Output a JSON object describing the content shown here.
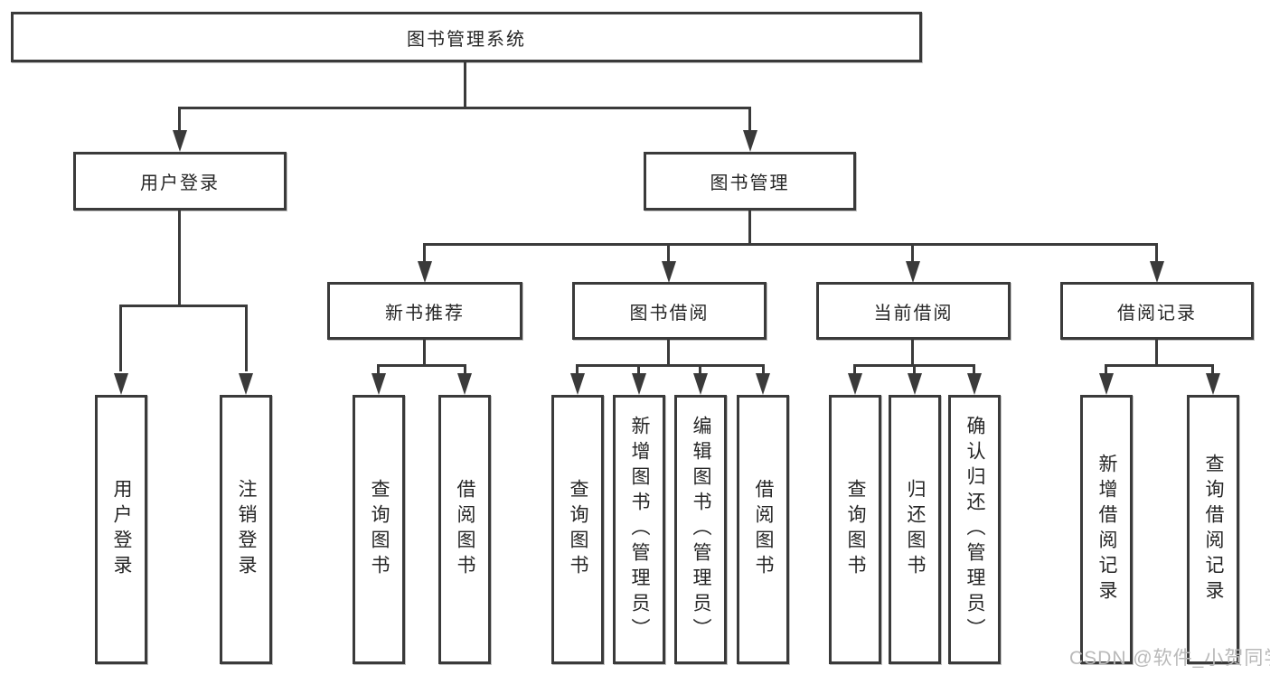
{
  "tree": {
    "label": "图书管理系统",
    "children": [
      {
        "label": "用户登录",
        "children": [
          {
            "label": "用户登录"
          },
          {
            "label": "注销登录"
          }
        ]
      },
      {
        "label": "图书管理",
        "children": [
          {
            "label": "新书推荐",
            "children": [
              {
                "label": "查询图书"
              },
              {
                "label": "借阅图书"
              }
            ]
          },
          {
            "label": "图书借阅",
            "children": [
              {
                "label": "查询图书"
              },
              {
                "label": "新增图书（管理员）"
              },
              {
                "label": "编辑图书（管理员）"
              },
              {
                "label": "借阅图书"
              }
            ]
          },
          {
            "label": "当前借阅",
            "children": [
              {
                "label": "查询图书"
              },
              {
                "label": "归还图书"
              },
              {
                "label": "确认归还（管理员）"
              }
            ]
          },
          {
            "label": "借阅记录",
            "children": [
              {
                "label": "新增借阅记录"
              },
              {
                "label": "查询借阅记录"
              }
            ]
          }
        ]
      }
    ]
  },
  "watermark": {
    "text": "CSDN @软件_小贺同学"
  },
  "colors": {
    "line": "#3a3a3a",
    "text": "#262626",
    "watermark": "#b9b9b9",
    "background": "#ffffff"
  }
}
